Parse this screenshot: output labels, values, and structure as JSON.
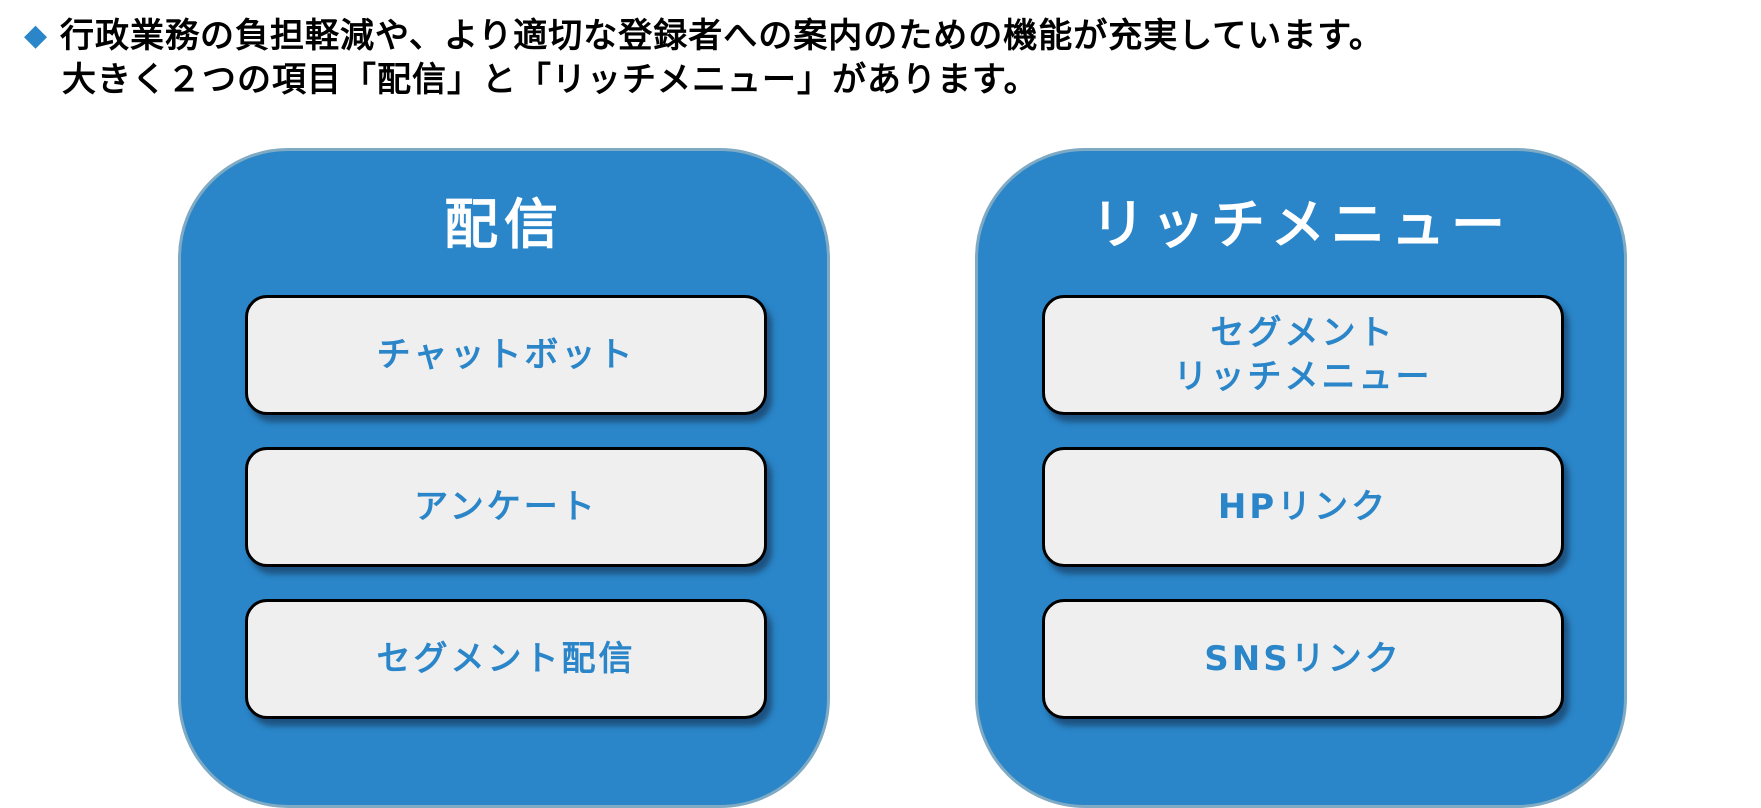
{
  "intro": {
    "bullet": "◆",
    "line1": "行政業務の負担軽減や、より適切な登録者への案内のための機能が充実しています。",
    "line2": "大きく２つの項目「配信」と「リッチメニュー」があります。"
  },
  "panels": [
    {
      "title": "配信",
      "items": [
        {
          "label": "チャットボット"
        },
        {
          "label": "アンケート"
        },
        {
          "label": "セグメント配信"
        }
      ]
    },
    {
      "title": "リッチメニュー",
      "items": [
        {
          "label": "セグメント\nリッチメニュー"
        },
        {
          "label": "HPリンク"
        },
        {
          "label": "SNSリンク"
        }
      ]
    }
  ],
  "colors": {
    "accent": "#2a86c9",
    "panel_border": "#7faac4",
    "item_background": "#efefef"
  }
}
